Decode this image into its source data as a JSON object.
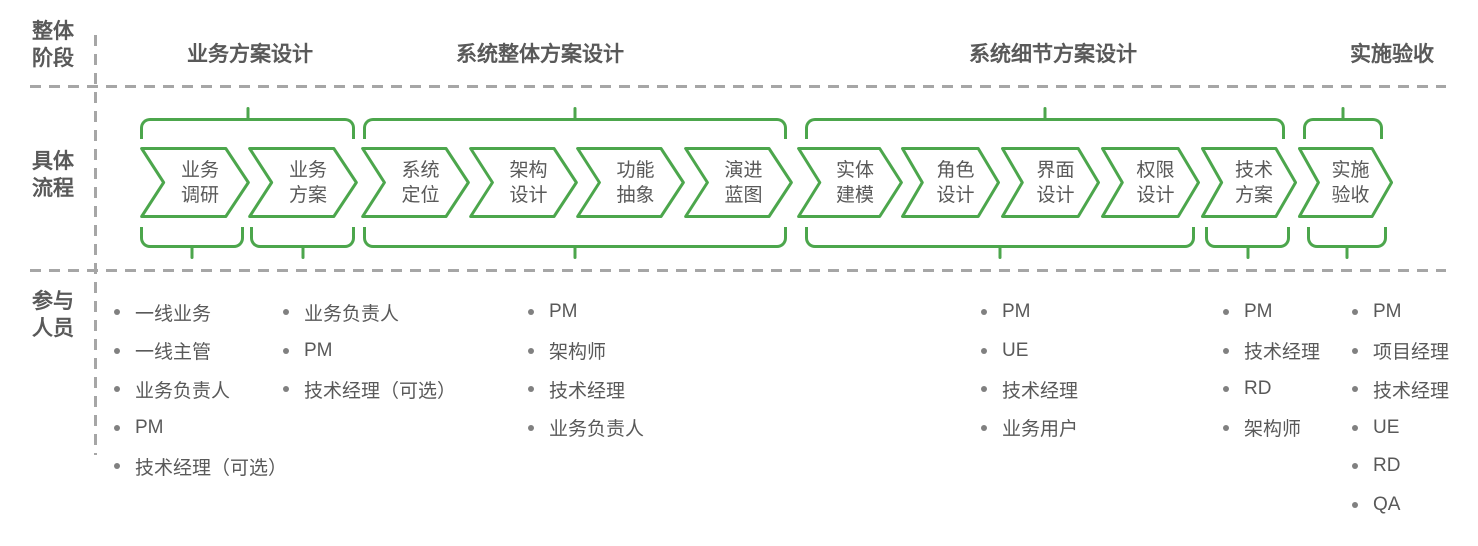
{
  "colors": {
    "accent_green": "#4CA64C",
    "text_gray": "#595959",
    "divider_gray": "#A6A6A6",
    "bullet_gray": "#808080"
  },
  "icons": {
    "bullet": "•"
  },
  "row_labels": {
    "phase": "整体\n阶段",
    "process": "具体\n流程",
    "participants": "参与\n人员"
  },
  "phases": [
    {
      "label": "业务方案设计"
    },
    {
      "label": "系统整体方案设计"
    },
    {
      "label": "系统细节方案设计"
    },
    {
      "label": "实施验收"
    }
  ],
  "steps": [
    {
      "line1": "业务",
      "line2": "调研"
    },
    {
      "line1": "业务",
      "line2": "方案"
    },
    {
      "line1": "系统",
      "line2": "定位"
    },
    {
      "line1": "架构",
      "line2": "设计"
    },
    {
      "line1": "功能",
      "line2": "抽象"
    },
    {
      "line1": "演进",
      "line2": "蓝图"
    },
    {
      "line1": "实体",
      "line2": "建模"
    },
    {
      "line1": "角色",
      "line2": "设计"
    },
    {
      "line1": "界面",
      "line2": "设计"
    },
    {
      "line1": "权限",
      "line2": "设计"
    },
    {
      "line1": "技术",
      "line2": "方案"
    },
    {
      "line1": "实施",
      "line2": "验收"
    }
  ],
  "participant_groups": [
    {
      "items": [
        "一线业务",
        "一线主管",
        "业务负责人",
        "PM",
        "技术经理（可选）"
      ]
    },
    {
      "items": [
        "业务负责人",
        "PM",
        "技术经理（可选）"
      ]
    },
    {
      "items": [
        "PM",
        "架构师",
        "技术经理",
        "业务负责人"
      ]
    },
    {
      "items": [
        "PM",
        "UE",
        "技术经理",
        "业务用户"
      ]
    },
    {
      "items": [
        "PM",
        "技术经理",
        "RD",
        "架构师"
      ]
    },
    {
      "items": [
        "PM",
        "项目经理",
        "技术经理",
        "UE",
        "RD",
        "QA"
      ]
    }
  ]
}
